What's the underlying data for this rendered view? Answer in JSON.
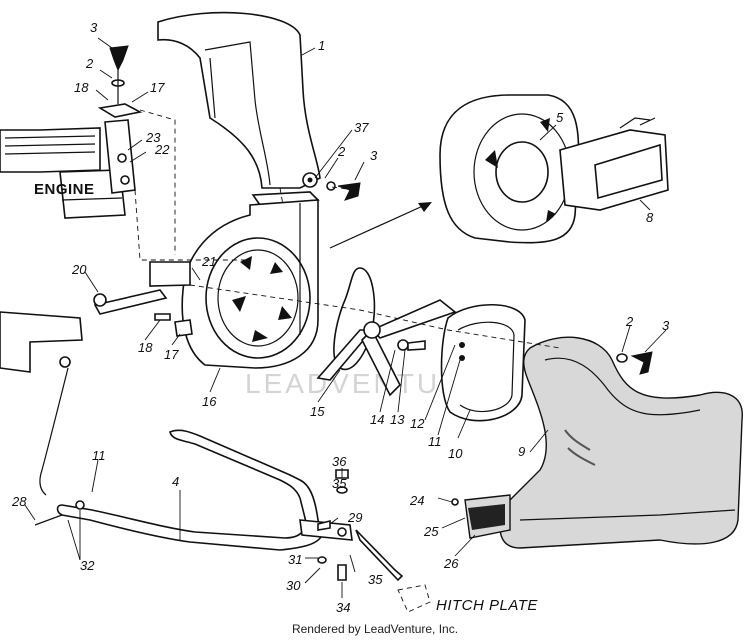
{
  "watermark": "LEADVENTURE",
  "labels": {
    "engine": "ENGINE",
    "hitch_plate": "HITCH PLATE"
  },
  "callouts": {
    "p1": "1",
    "p2a": "2",
    "p2b": "2",
    "p2c": "2",
    "p3a": "3",
    "p3b": "3",
    "p3c": "3",
    "p4": "4",
    "p5": "5",
    "p8": "8",
    "p9": "9",
    "p10": "10",
    "p11a": "11",
    "p11b": "11",
    "p12": "12",
    "p13": "13",
    "p14": "14",
    "p15": "15",
    "p16": "16",
    "p17a": "17",
    "p17b": "17",
    "p18a": "18",
    "p18b": "18",
    "p20": "20",
    "p21": "21",
    "p22": "22",
    "p23": "23",
    "p24": "24",
    "p25": "25",
    "p26": "26",
    "p28": "28",
    "p29": "29",
    "p30": "30",
    "p31": "31",
    "p32": "32",
    "p34": "34",
    "p35a": "35",
    "p35b": "35",
    "p36": "36",
    "p37": "37"
  },
  "footer": "Rendered by LeadVenture, Inc."
}
